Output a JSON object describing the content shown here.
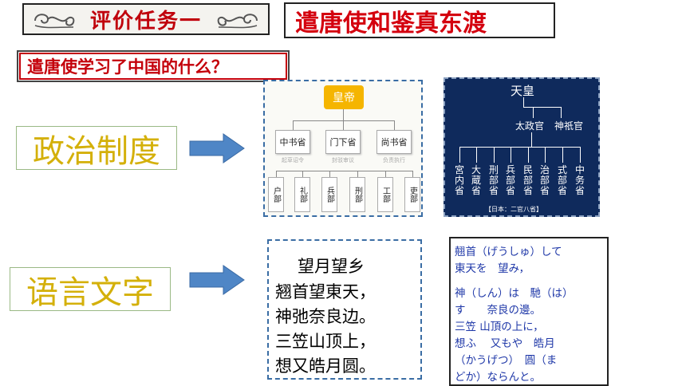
{
  "header": {
    "task_title": "评价任务一",
    "topic_title": "遣唐使和鉴真东渡"
  },
  "question": "遣唐使学习了中国的什么？",
  "tags": {
    "politics": "政治制度",
    "language": "语言文字"
  },
  "china_diagram": {
    "emperor": "皇帝",
    "departments": [
      {
        "name": "中书省",
        "note": "起草诏令"
      },
      {
        "name": "门下省",
        "note": "封驳审议"
      },
      {
        "name": "尚书省",
        "note": "负责执行"
      }
    ],
    "ministries": [
      "户部",
      "礼部",
      "兵部",
      "刑部",
      "工部",
      "吏部"
    ]
  },
  "japan_diagram": {
    "emperor": "天皇",
    "councils": [
      "太政官",
      "神祇官"
    ],
    "ministries": [
      "宮内省",
      "大蔵省",
      "刑部省",
      "兵部省",
      "民部省",
      "治部省",
      "式部省",
      "中务省"
    ],
    "caption": "【日本：二官八省】"
  },
  "chinese_poem": {
    "title": "望月望乡",
    "lines": [
      "翘首望東天，",
      "神弛奈良边。",
      "三笠山顶上，",
      "想又皓月圆。"
    ]
  },
  "japanese_poem": {
    "lines": [
      "翹首（げうしゅ）して",
      "東天を　望み，",
      "神（しん）は　馳（は）",
      "す　　奈良の邊。",
      "三笠 山頂の上に，",
      "想ふ　 又もや　皓月",
      "（かうげつ）　圓（ま",
      "どか）ならんと。"
    ]
  },
  "colors": {
    "accent_red": "#d4000e",
    "tag_gold": "#d4b00a",
    "arrow_blue": "#4f86c6",
    "japan_bg": "#0f2a5c",
    "emperor_gold": "#f5b500",
    "poem_blue": "#1f38a8"
  }
}
